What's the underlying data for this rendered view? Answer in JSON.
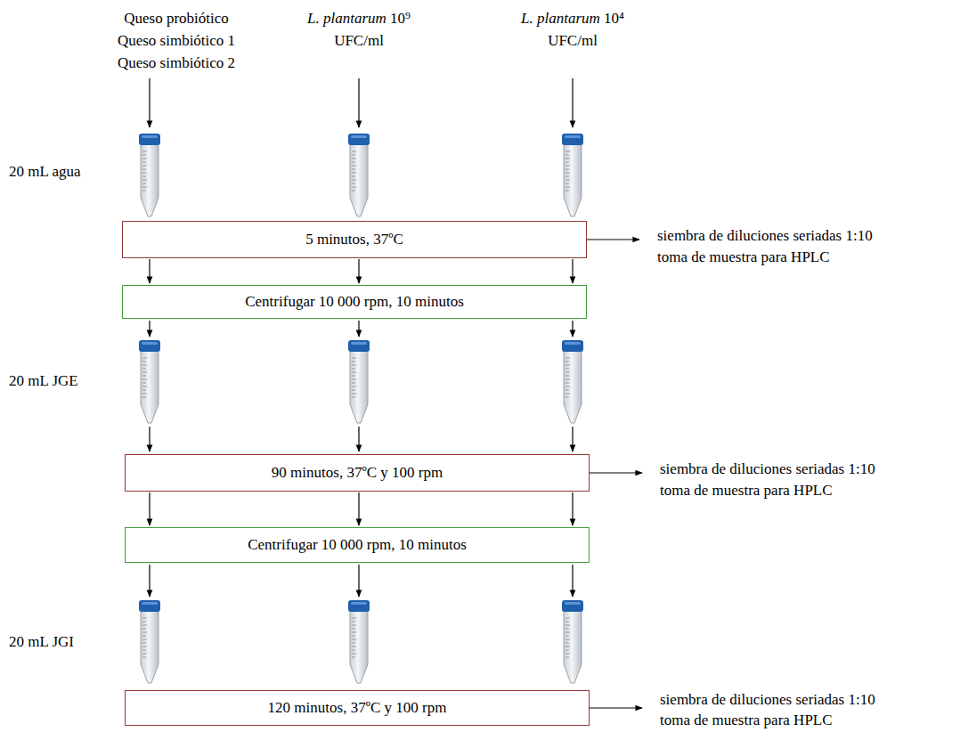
{
  "diagram": {
    "nodes": [
      {
        "text": [
          "5 minutos, 37ºC"
        ]
      },
      {
        "text": [
          "Centrifugar 10 000 rpm, 10 minutos"
        ]
      },
      {
        "text": [
          "90 minutos, 37ºC y 100 rpm"
        ]
      },
      {
        "text": [
          "Centrifugar 10 000 rpm, 10 minutos"
        ]
      },
      {
        "text": [
          "120 minutos, 37ºC y 100 rpm"
        ]
      }
    ],
    "edges": [
      {
        "from": 0,
        "to": 1,
        "arrow": "to"
      },
      {
        "from": 0,
        "to": 1,
        "arrow": "to"
      },
      {
        "from": 0,
        "to": 1,
        "arrow": "to"
      },
      {
        "from": 2,
        "to": 3,
        "arrow": "to"
      },
      {
        "from": 2,
        "to": 3,
        "arrow": "to"
      },
      {
        "from": 2,
        "to": 3,
        "arrow": "to"
      }
    ],
    "labels": [
      "Queso probiótico",
      "Queso simbiótico 1",
      "Queso simbiótico 2",
      "L. plantarum 10⁹ UFC/ml",
      "L. plantarum 10⁴ UFC/ml",
      "20 mL agua",
      "siembra de diluciones seriadas 1:10",
      "toma de muestra para HPLC",
      "20 mL JGE",
      "siembra de diluciones seriadas 1:10",
      "toma de muestra para HPLC",
      "20 mL JGI",
      "siembra de diluciones seriadas 1:10",
      "toma de muestra para HPLC"
    ]
  }
}
